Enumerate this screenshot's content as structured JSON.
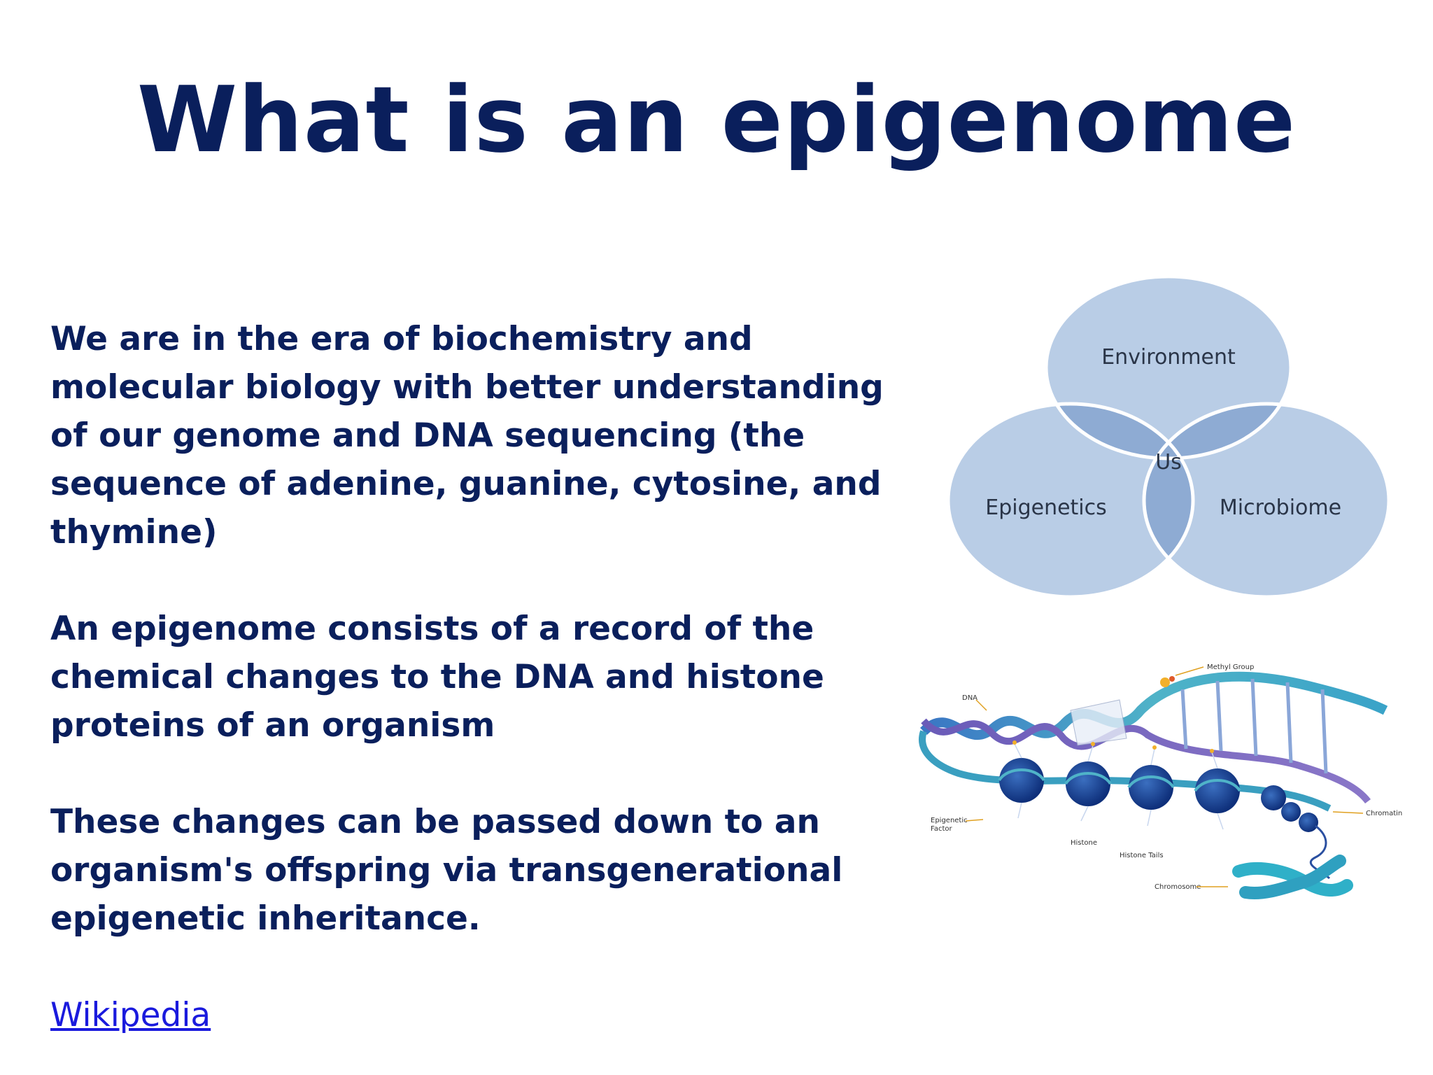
{
  "slide": {
    "title": "What is an epigenome",
    "paragraphs": [
      "We are in the era of biochemistry and molecular biology with better understanding of our genome and  DNA sequencing (the sequence of adenine, guanine, cytosine, and thymine)",
      "An epigenome consists of a record of the chemical changes to the DNA and histone proteins of an organism",
      "These changes can be passed down to an organism's offspring via transgenerational epigenetic inheritance."
    ],
    "link_text": "Wikipedia"
  },
  "venn": {
    "top": "Environment",
    "left": "Epigenetics",
    "right": "Microbiome",
    "center": "Us"
  },
  "dna_diagram": {
    "dna": "DNA",
    "methyl_group": "Methyl Group",
    "chromatin": "Chromatin",
    "epigenetic_factor_line1": "Epigenetic",
    "epigenetic_factor_line2": "Factor",
    "histone": "Histone",
    "histone_tails": "Histone Tails",
    "chromosome": "Chromosome"
  },
  "colors": {
    "title": "#0a1f5c",
    "body_text": "#0a1f5c",
    "link": "#1a1add",
    "venn_fill": "#b9cde6",
    "venn_overlap": "#8eabd3"
  }
}
